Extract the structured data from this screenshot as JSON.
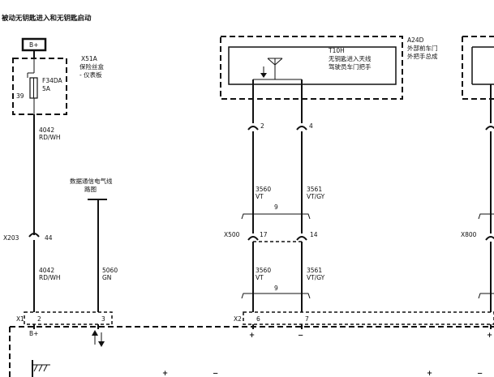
{
  "title": "被动无钥匙进入和无钥匙启动",
  "left_branch": {
    "supply_label": "B+",
    "module_code": "X51A",
    "module_name_line1": "保险丝盒",
    "module_name_line2": "- 仪表板",
    "fuse_name": "F34DA",
    "fuse_rating": "5A",
    "pin": "39",
    "wire_top_number": "4042",
    "wire_top_color": "RD/WH",
    "connector": "X203",
    "connector_pin": "44",
    "wire_bottom_number": "4042",
    "wire_bottom_color": "RD/WH"
  },
  "bus": {
    "label_line1": "数据通信电气线",
    "label_line2": "路图",
    "wire_number": "5060",
    "wire_color": "GN"
  },
  "center_branch": {
    "module_code": "A24D",
    "module_name_line1": "外部前车门",
    "module_name_line2": "外把手总成",
    "antenna_code": "T10H",
    "antenna_name_line1": "无钥匙进入天线",
    "antenna_name_line2": "驾驶员车门把手",
    "pin_left": "2",
    "pin_right": "4",
    "wire_left_number": "3560",
    "wire_left_color": "VT",
    "wire_right_number": "3561",
    "wire_right_color": "VT/GY",
    "twist_label": "9",
    "connector": "X500",
    "connector_pin_left": "17",
    "connector_pin_right": "14",
    "wire2_left_number": "3560",
    "wire2_left_color": "VT",
    "wire2_right_number": "3561",
    "wire2_right_color": "VT/GY",
    "twist2_label": "9"
  },
  "right_branch": {
    "connector": "X800"
  },
  "bottom_module": {
    "connector_left": "X1",
    "pin_2": "2",
    "pin_3": "3",
    "connector_center": "X2",
    "pin_6": "6",
    "pin_7": "7",
    "supply_label": "B+",
    "plus_sign": "+",
    "minus_sign": "−"
  }
}
